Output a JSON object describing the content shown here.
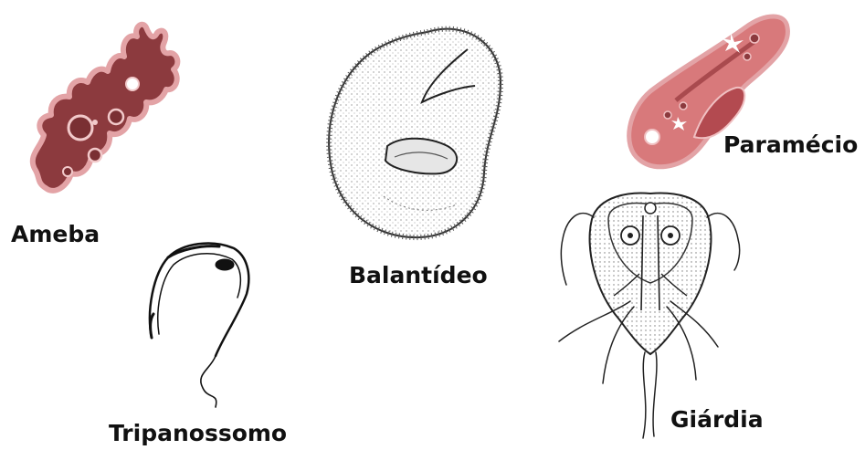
{
  "organisms": {
    "ameba": {
      "label": "Ameba"
    },
    "tripanossomo": {
      "label": "Tripanossomo"
    },
    "balantideo": {
      "label": "Balantídeo"
    },
    "paramecio": {
      "label": "Paramécio"
    },
    "giardia": {
      "label": "Giárdia"
    }
  },
  "colors": {
    "cell_fill": "#8c3a3e",
    "cell_outline": "#e3a3a6",
    "paramecium_fill": "#d8797b",
    "ink": "#111111",
    "background": "#ffffff"
  }
}
